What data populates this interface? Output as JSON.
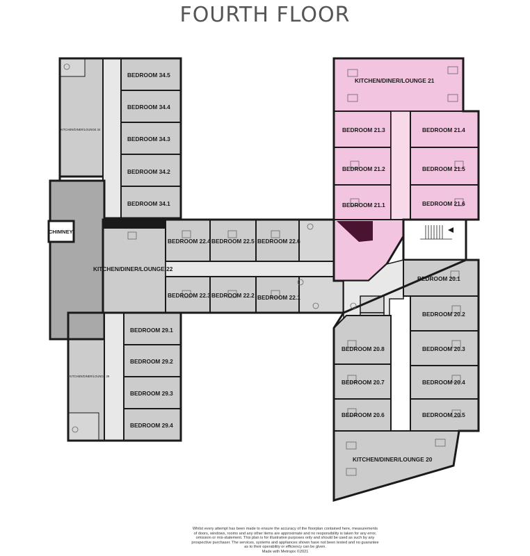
{
  "title": "FOURTH FLOOR",
  "colors": {
    "room_fill": "#cccccc",
    "corridor_fill": "#e8e8e8",
    "stair_fill": "#a9a9a9",
    "highlight_fill": "#f3c4e0",
    "wall": "#1a1a1a",
    "riser": "#4a1430"
  },
  "rooms": {
    "b345": "BEDROOM 34.5",
    "b344": "BEDROOM 34.4",
    "b343": "BEDROOM 34.3",
    "b342": "BEDROOM 34.2",
    "b341": "BEDROOM 34.1",
    "k34": "KITCHEN/DINER/LOUNGE 34",
    "chimney": "CHIMNEY",
    "k22": "KITCHEN/DINER/LOUNGE 22",
    "b224": "BEDROOM 22.4",
    "b225": "BEDROOM 22.5",
    "b226": "BEDROOM 22.6",
    "b223": "BEDROOM 22.3",
    "b222": "BEDROOM 22.2",
    "b221": "BEDROOM 22.1",
    "b291": "BEDROOM 29.1",
    "b292": "BEDROOM 29.2",
    "b293": "BEDROOM 29.3",
    "b294": "BEDROOM 29.4",
    "k29": "KITCHEN/DINER/LOUNGE 29",
    "k21": "KITCHEN/DINER/LOUNGE 21",
    "b213": "BEDROOM 21.3",
    "b214": "BEDROOM 21.4",
    "b212": "BEDROOM 21.2",
    "b215": "BEDROOM 21.5",
    "b211": "BEDROOM 21.1",
    "b216": "BEDROOM 21.6",
    "b201": "BEDROOM 20.1",
    "b202": "BEDROOM 20.2",
    "b208": "BEDROOM 20.8",
    "b203": "BEDROOM 20.3",
    "b207": "BEDROOM 20.7",
    "b204": "BEDROOM 20.4",
    "b206": "BEDROOM 20.6",
    "b205": "BEDROOM 20.5",
    "k20": "KITCHEN/DINER/LOUNGE 20"
  },
  "disclaimer": [
    "Whilst every attempt has been made to ensure the accuracy of the floorplan contained here, measurements",
    "of doors, windows, rooms and any other items are approximate and no responsibility is taken for any error,",
    "omission or mis-statement. This plan is for illustrative purposes only and should be used as such by any",
    "prospective purchaser. The services, systems and appliances shown have not been tested and no guarantee",
    "as to their operability or efficiency can be given.",
    "Made with Metropix ©2021"
  ]
}
